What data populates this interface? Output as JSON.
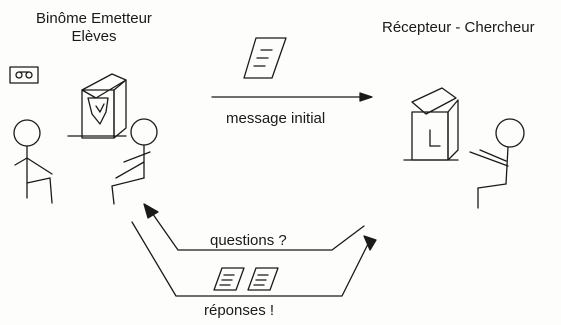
{
  "emitter": {
    "title_line1": "Binôme Emetteur",
    "title_line2": "Elèves"
  },
  "receiver": {
    "title": "Récepteur - Chercheur"
  },
  "arrows": {
    "message": "message initial",
    "questions": "questions ?",
    "answers": "réponses !"
  },
  "icons": [
    "cassette-icon",
    "computer-icon",
    "document-icon",
    "stick-figure-icon"
  ]
}
